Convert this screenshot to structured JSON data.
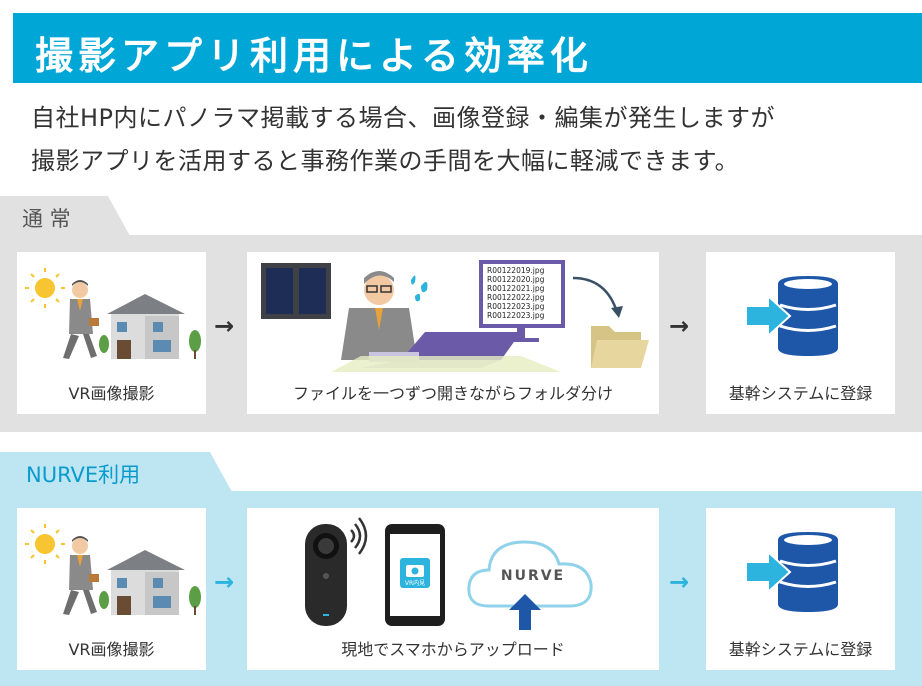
{
  "header": {
    "title": "撮影アプリ利用による効率化"
  },
  "description": {
    "line1": "自社HP内にパノラマ掲載する場合、画像登録・編集が発生しますが",
    "line2": "撮影アプリを活用すると事務作業の手間を大幅に軽減できます。"
  },
  "sections": {
    "normal": {
      "tab": "通 常",
      "steps": [
        "VR画像撮影",
        "ファイルを一つずつ開きながらフォルダ分け",
        "基幹システムに登録"
      ],
      "arrow": "→",
      "file_list": [
        "R00122019.jpg",
        "R00122020.jpg",
        "R00122021.jpg",
        "R00122022.jpg",
        "R00122023.jpg",
        "R00122023.jpg"
      ]
    },
    "nurve": {
      "tab": "NURVE利用",
      "steps": [
        "VR画像撮影",
        "現地でスマホからアップロード",
        "基幹システムに登録"
      ],
      "arrow": "→",
      "app_icon_label": "VR内見",
      "cloud_logo": "NURVE"
    }
  },
  "colors": {
    "accent": "#00a6d6",
    "normal_bg": "#e1e1e1",
    "nurve_bg": "#bde6f2",
    "normal_tab_text": "#555555",
    "nurve_tab_text": "#0a9bce",
    "database_blue": "#1f57a8",
    "arrow_cyan": "#2cb3de"
  }
}
